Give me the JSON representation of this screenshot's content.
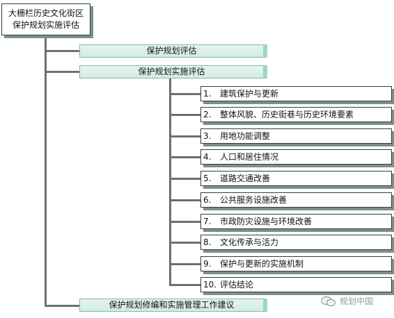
{
  "root": {
    "line1": "大栅栏历史文化街区",
    "line2": "保护规划实施评估"
  },
  "sections": [
    {
      "label": "保护规划评估"
    },
    {
      "label": "保护规划实施评估"
    },
    {
      "label": "保护规划修编和实施管理工作建议"
    }
  ],
  "items": [
    {
      "num": "1.",
      "text": "建筑保护与更新"
    },
    {
      "num": "2.",
      "text": "整体风貌、历史街巷与历史环境要素"
    },
    {
      "num": "3.",
      "text": "用地功能调整"
    },
    {
      "num": "4.",
      "text": "人口和居住情况"
    },
    {
      "num": "5.",
      "text": "道路交通改善"
    },
    {
      "num": "6.",
      "text": "公共服务设施改善"
    },
    {
      "num": "7.",
      "text": "市政防灾设施与环境改善"
    },
    {
      "num": "8.",
      "text": "文化传承与活力"
    },
    {
      "num": "9.",
      "text": "保护与更新的实施机制"
    },
    {
      "num": "10.",
      "text": "评估结论"
    }
  ],
  "watermark": {
    "text": "规划中国",
    "icon": "wechat-icon"
  },
  "colors": {
    "connector": "#6e6e6e",
    "section_fill": "#d3ece3",
    "section_accent": "#9fd6c3",
    "shadow": "#7d8f86"
  }
}
